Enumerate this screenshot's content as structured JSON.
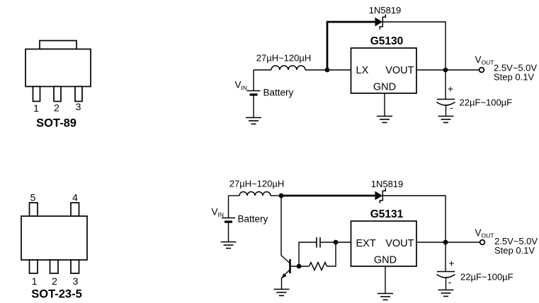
{
  "colors": {
    "ink": "#000000",
    "background": "#ffffff"
  },
  "packages": {
    "sot89": {
      "name": "SOT-89",
      "pin_labels": [
        "1",
        "2",
        "3"
      ]
    },
    "sot23_5": {
      "name": "SOT-23-5",
      "top_pin_labels": [
        "5",
        "4"
      ],
      "bottom_pin_labels": [
        "1",
        "2",
        "3"
      ]
    }
  },
  "circuits": {
    "g5130": {
      "ic_name": "G5130",
      "diode_label": "1N5819",
      "inductor_label": "27µH~120µH",
      "vin": {
        "main": "V",
        "sub": "IN"
      },
      "battery_label": "Battery",
      "pins": {
        "left": "LX",
        "right": "VOUT",
        "bottom": "GND"
      },
      "vout": {
        "main": "V",
        "sub": "OUT"
      },
      "vout_range": "2.5V~5.0V",
      "vout_step": "Step 0.1V",
      "cap_label": "22µF~100µF",
      "cap_plus": "+",
      "cap_minus": "-"
    },
    "g5131": {
      "ic_name": "G5131",
      "diode_label": "1N5819",
      "inductor_label": "27µH~120µH",
      "vin": {
        "main": "V",
        "sub": "IN"
      },
      "battery_label": "Battery",
      "pins": {
        "left": "EXT",
        "right": "VOUT",
        "bottom": "GND"
      },
      "vout": {
        "main": "V",
        "sub": "OUT"
      },
      "vout_range": "2.5V~5.0V",
      "vout_step": "Step 0.1V",
      "cap_label": "22µF~100µF",
      "cap_plus": "+",
      "cap_minus": "-"
    }
  }
}
